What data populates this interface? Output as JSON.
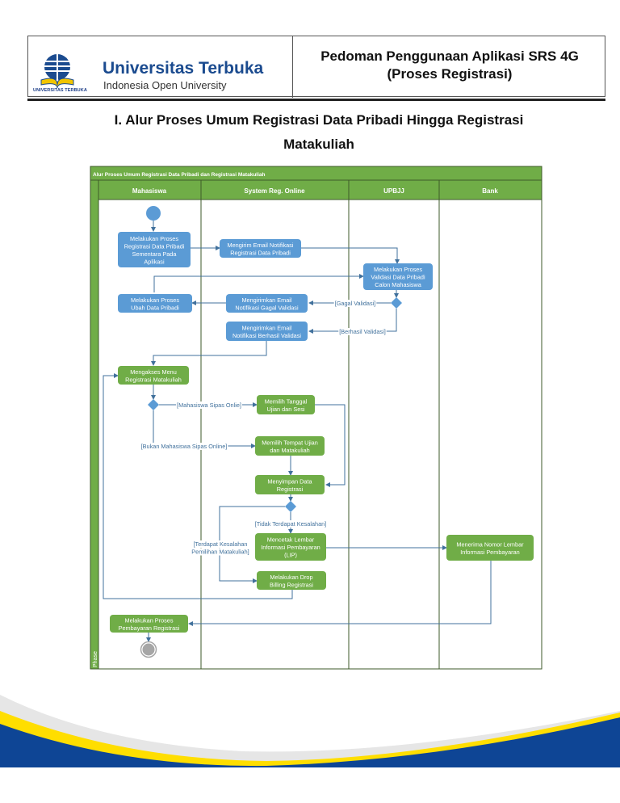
{
  "header": {
    "logo_caption": "UNIVERSITAS TERBUKA",
    "university_name": "Universitas Terbuka",
    "university_subtitle": "Indonesia Open University",
    "doc_title_line1": "Pedoman Penggunaan Aplikasi SRS 4G",
    "doc_title_line2": "(Proses Registrasi)"
  },
  "section": {
    "title_line1": "I. Alur Proses Umum Registrasi Data Pribadi Hingga Registrasi",
    "title_line2": "Matakuliah"
  },
  "diagram": {
    "pool_title": "Alur Proses Umum Registrasi Data Pribadi dan Registrasi Matakuliah",
    "phase_label": "Phase",
    "lanes": [
      "Mahasiswa",
      "System Reg. Online",
      "UPBJJ",
      "Bank"
    ],
    "colors": {
      "pool_green": "#70ad47",
      "pool_border": "#3e5a2a",
      "blue_node": "#5b9bd5",
      "green_node": "#70ad47",
      "connector": "#41719c",
      "end_node": "#a6a6a6"
    },
    "nodes": [
      {
        "id": "n1",
        "lines": [
          "Melakukan Proses",
          "Registrasi Data Pribadi",
          "Sementara Pada",
          "Aplikasi"
        ],
        "color": "blue"
      },
      {
        "id": "n2",
        "lines": [
          "Mengirim Email Notifikasi",
          "Registrasi Data Pribadi"
        ],
        "color": "blue"
      },
      {
        "id": "n3",
        "lines": [
          "Melakukan Proses",
          "Validasi Data Pribadi",
          "Calon Mahasiswa"
        ],
        "color": "blue"
      },
      {
        "id": "n4",
        "lines": [
          "Melakukan Proses",
          "Ubah Data Pribadi"
        ],
        "color": "blue"
      },
      {
        "id": "n5",
        "lines": [
          "Mengirimkan Email",
          "Notifikasi Gagal Validasi"
        ],
        "color": "blue"
      },
      {
        "id": "n6",
        "lines": [
          "Mengirimkan Email",
          "Notifikasi Berhasil Validasi"
        ],
        "color": "blue"
      },
      {
        "id": "n7",
        "lines": [
          "Mengakses Menu",
          "Registrasi Matakuliah"
        ],
        "color": "green"
      },
      {
        "id": "n8",
        "lines": [
          "Memilih Tanggal",
          "Ujian dan Sesi"
        ],
        "color": "green"
      },
      {
        "id": "n9",
        "lines": [
          "Memilih Tempat Ujian",
          "dan Matakuliah"
        ],
        "color": "green"
      },
      {
        "id": "n10",
        "lines": [
          "Menyimpan Data",
          "Registrasi"
        ],
        "color": "green"
      },
      {
        "id": "n11",
        "lines": [
          "Mencetak Lembar",
          "Informasi Pembayaran",
          "(LIP)"
        ],
        "color": "green"
      },
      {
        "id": "n12",
        "lines": [
          "Menerima Nomor Lembar",
          "Informasi Pembayaran"
        ],
        "color": "green"
      },
      {
        "id": "n13",
        "lines": [
          "Melakukan Drop",
          "Billing Registrasi"
        ],
        "color": "green"
      },
      {
        "id": "n14",
        "lines": [
          "Melakukan Proses",
          "Pembayaran Registrasi"
        ],
        "color": "green"
      }
    ],
    "guards": [
      {
        "id": "g1",
        "lines": [
          "[Gagal Validasi]"
        ]
      },
      {
        "id": "g2",
        "lines": [
          "[Berhasil Validasi]"
        ]
      },
      {
        "id": "g3",
        "lines": [
          "[Mahasiswa Sipas Onlie]"
        ]
      },
      {
        "id": "g4",
        "lines": [
          "[Bukan Mahasiswa Sipas Online]"
        ]
      },
      {
        "id": "g5",
        "lines": [
          "[Tidak Terdapat Kesalahan]"
        ]
      },
      {
        "id": "g6",
        "lines": [
          "[Terdapat Kesalahan",
          "Pemilihan Matakuliah]"
        ]
      }
    ]
  }
}
